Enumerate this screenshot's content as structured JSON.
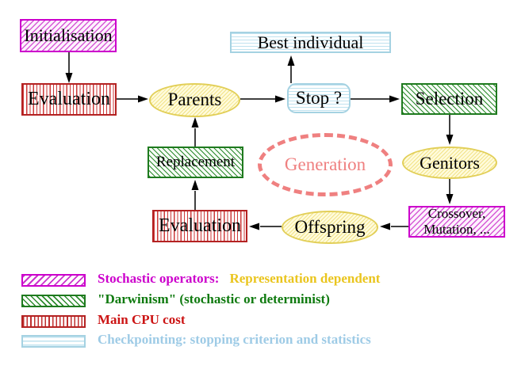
{
  "diagram": {
    "nodes": {
      "initialisation": {
        "label": "Initialisation"
      },
      "evaluation_top": {
        "label": "Evaluation"
      },
      "parents": {
        "label": "Parents"
      },
      "best_individual": {
        "label": "Best individual"
      },
      "stop": {
        "label": "Stop ?"
      },
      "selection": {
        "label": "Selection"
      },
      "genitors": {
        "label": "Genitors"
      },
      "crossover": {
        "line1": "Crossover,",
        "line2": "Mutation, ..."
      },
      "offspring": {
        "label": "Offspring"
      },
      "evaluation_bottom": {
        "label": "Evaluation"
      },
      "replacement": {
        "label": "Replacement"
      },
      "generation": {
        "label": "Generation"
      }
    }
  },
  "legend": {
    "items": [
      {
        "name": "stochastic-operators",
        "label": "Stochastic operators:",
        "label_suffix": "Representation dependent"
      },
      {
        "name": "darwinism",
        "label": "\"Darwinism\" (stochastic or determinist)"
      },
      {
        "name": "main-cpu-cost",
        "label": "Main CPU cost"
      },
      {
        "name": "checkpointing",
        "label": "Checkpointing: stopping criterion and statistics"
      }
    ]
  },
  "colors": {
    "magenta": "#cc00cc",
    "dark_red": "#b42222",
    "dark_green": "#1e7a1e",
    "light_blue_border": "#a5d2e2",
    "light_blue_text": "#9ecbe6",
    "yellow_border": "#e2cf58",
    "gold_text": "#eac51e",
    "salmon": "#ef8080",
    "text_black": "#000000",
    "background": "#ffffff"
  }
}
